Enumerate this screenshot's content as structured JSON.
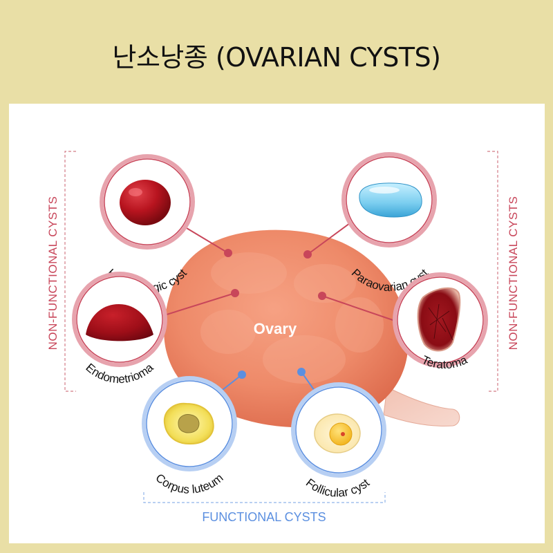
{
  "title": "난소낭종 (OVARIAN CYSTS)",
  "ovary_label": "Ovary",
  "groups": {
    "non_functional_left": "NON-FUNCTIONAL CYSTS",
    "non_functional_right": "NON-FUNCTIONAL CYSTS",
    "functional": "FUNCTIONAL CYSTS"
  },
  "cysts": {
    "hemorrhagic": "Hemorrhagic cyst",
    "paraovarian": "Paraovarian cyst",
    "endometrioma": "Endometrioma",
    "teratoma": "Teratoma",
    "corpus_luteum": "Corpus luteum",
    "follicular": "Follicular cyst"
  },
  "colors": {
    "background": "#e9dfa6",
    "panel": "#ffffff",
    "non_functional": "#c8465a",
    "functional": "#5b8fe0",
    "ovary": "#ef8c6d"
  }
}
